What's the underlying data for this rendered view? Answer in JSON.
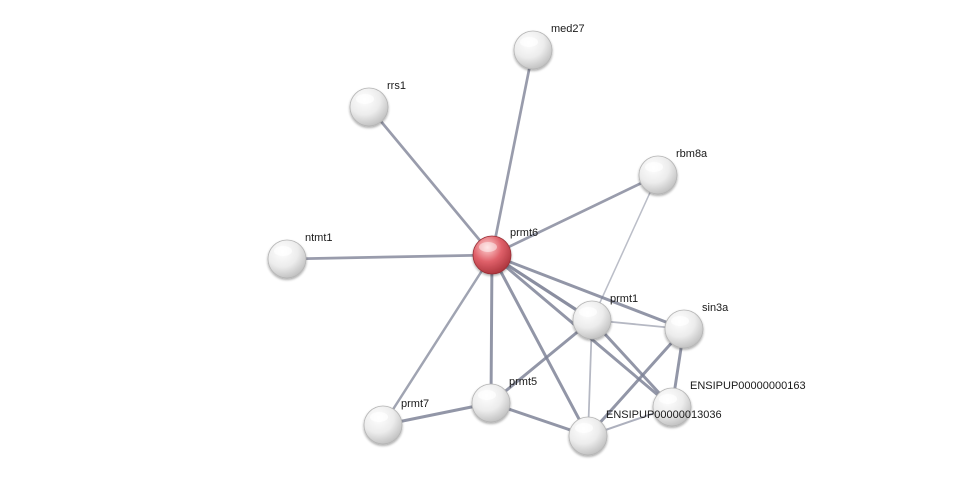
{
  "network": {
    "query_color": "#d9434b",
    "node_color": "#e4e4e4",
    "edge_color": "#7d8296",
    "nodes": [
      {
        "id": "prmt6",
        "label": "prmt6",
        "query": true
      },
      {
        "id": "med27",
        "label": "med27"
      },
      {
        "id": "rrs1",
        "label": "rrs1"
      },
      {
        "id": "rbm8a",
        "label": "rbm8a"
      },
      {
        "id": "ntmt1",
        "label": "ntmt1"
      },
      {
        "id": "prmt1",
        "label": "prmt1"
      },
      {
        "id": "sin3a",
        "label": "sin3a"
      },
      {
        "id": "prmt5",
        "label": "prmt5"
      },
      {
        "id": "prmt7",
        "label": "prmt7"
      },
      {
        "id": "ensipup163",
        "label": "ENSIPUP00000000163"
      },
      {
        "id": "ensipup13036",
        "label": "ENSIPUP00000013036"
      }
    ],
    "edges": [
      {
        "source": "prmt6",
        "target": "med27",
        "strength": 0.8
      },
      {
        "source": "prmt6",
        "target": "rrs1",
        "strength": 0.8
      },
      {
        "source": "prmt6",
        "target": "rbm8a",
        "strength": 0.8
      },
      {
        "source": "prmt6",
        "target": "ntmt1",
        "strength": 0.8
      },
      {
        "source": "prmt6",
        "target": "prmt1",
        "strength": 1.0
      },
      {
        "source": "prmt6",
        "target": "sin3a",
        "strength": 0.9
      },
      {
        "source": "prmt6",
        "target": "prmt5",
        "strength": 0.9
      },
      {
        "source": "prmt6",
        "target": "prmt7",
        "strength": 0.7
      },
      {
        "source": "prmt6",
        "target": "ensipup163",
        "strength": 0.9
      },
      {
        "source": "prmt6",
        "target": "ensipup13036",
        "strength": 0.9
      },
      {
        "source": "rbm8a",
        "target": "prmt1",
        "strength": 0.3
      },
      {
        "source": "prmt1",
        "target": "sin3a",
        "strength": 0.4
      },
      {
        "source": "prmt1",
        "target": "prmt5",
        "strength": 0.9
      },
      {
        "source": "prmt1",
        "target": "ensipup163",
        "strength": 0.9
      },
      {
        "source": "prmt1",
        "target": "ensipup13036",
        "strength": 0.4
      },
      {
        "source": "sin3a",
        "target": "ensipup163",
        "strength": 0.9
      },
      {
        "source": "sin3a",
        "target": "ensipup13036",
        "strength": 0.9
      },
      {
        "source": "prmt5",
        "target": "prmt7",
        "strength": 0.9
      },
      {
        "source": "prmt5",
        "target": "ensipup13036",
        "strength": 0.9
      },
      {
        "source": "ensipup163",
        "target": "ensipup13036",
        "strength": 0.5
      }
    ]
  }
}
